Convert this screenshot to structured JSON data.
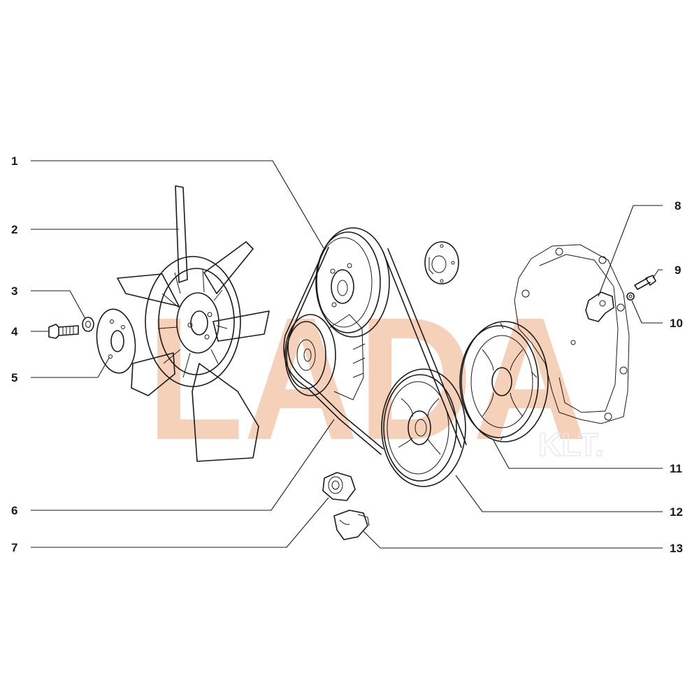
{
  "watermark": {
    "text": "LADA",
    "subtext": "KLT.",
    "color": "#f5c9ad"
  },
  "parts": [
    {
      "id": "part-1",
      "number": "1"
    },
    {
      "id": "part-2",
      "number": "2"
    },
    {
      "id": "part-3",
      "number": "3"
    },
    {
      "id": "part-4",
      "number": "4"
    },
    {
      "id": "part-5",
      "number": "5"
    },
    {
      "id": "part-6",
      "number": "6"
    },
    {
      "id": "part-7",
      "number": "7"
    },
    {
      "id": "part-8",
      "number": "8"
    },
    {
      "id": "part-9",
      "number": "9"
    },
    {
      "id": "part-10",
      "number": "10"
    },
    {
      "id": "part-11",
      "number": "11"
    },
    {
      "id": "part-12",
      "number": "12"
    },
    {
      "id": "part-13",
      "number": "13"
    }
  ]
}
